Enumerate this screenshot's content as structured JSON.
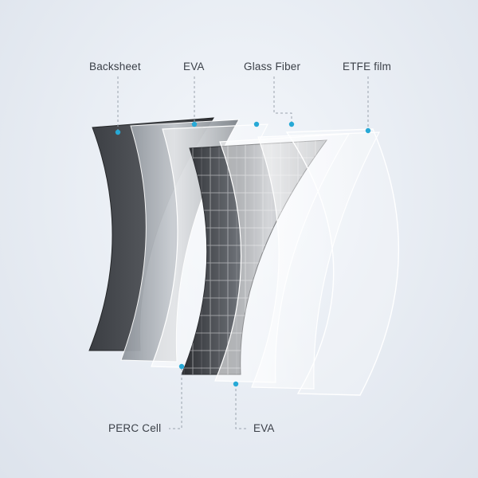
{
  "labels": {
    "backsheet": "Backsheet",
    "eva_top": "EVA",
    "glass_fiber": "Glass Fiber",
    "etfe_film": "ETFE film",
    "perc_cell": "PERC Cell",
    "eva_bottom": "EVA"
  },
  "colors": {
    "accent": "#27a9d6",
    "label_text": "#3a3f47",
    "background": "#e6ebf2"
  }
}
